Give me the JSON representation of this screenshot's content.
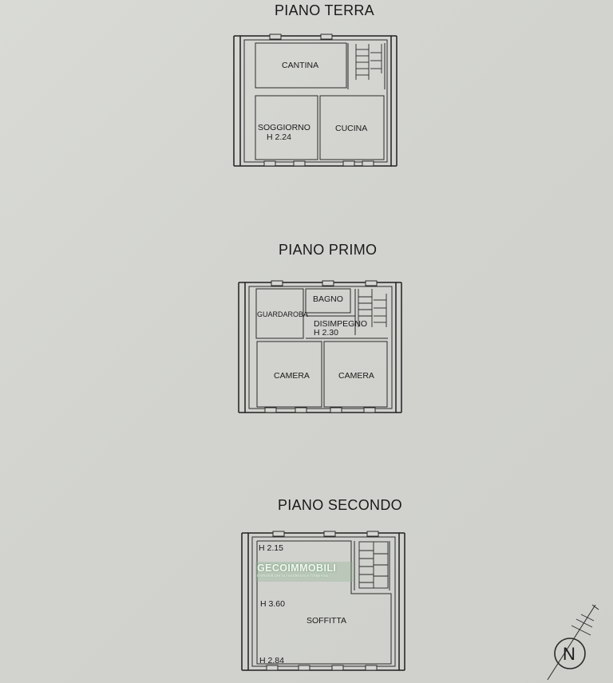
{
  "floors": {
    "ground": {
      "title": "PIANO TERRA",
      "rooms": {
        "cantina": "CANTINA",
        "soggiorno": "SOGGIORNO",
        "cucina": "CUCINA"
      },
      "height": "H 2.24"
    },
    "first": {
      "title": "PIANO PRIMO",
      "rooms": {
        "guardaroba": "GUARDAROBA",
        "bagno": "BAGNO",
        "disimpegno": "DISIMPEGNO",
        "camera_left": "CAMERA",
        "camera_right": "CAMERA"
      },
      "height": "H 2.30"
    },
    "second": {
      "title": "PIANO SECONDO",
      "rooms": {
        "soffitta": "SOFFITTA"
      },
      "heights": {
        "top": "H 2.15",
        "middle": "H 3.60",
        "bottom": "H 2.84"
      }
    }
  },
  "watermark": {
    "brand": "GECOIMMOBILI",
    "tagline": "immobili per la residenza e l'impresa"
  },
  "compass": {
    "letter": "N"
  }
}
